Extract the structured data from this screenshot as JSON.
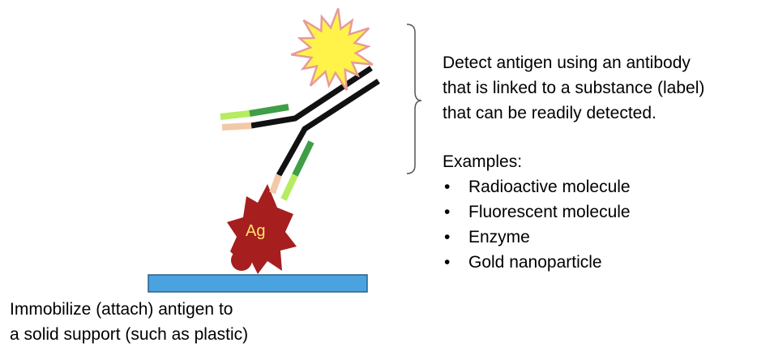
{
  "antigen": {
    "label": "Ag"
  },
  "description": {
    "lines": [
      "Detect antigen using an antibody",
      "that is linked to a substance (label)",
      "that can be readily detected."
    ],
    "examples_heading": "Examples:",
    "examples": [
      "Radioactive molecule",
      "Fluorescent molecule",
      "Enzyme",
      "Gold nanoparticle"
    ]
  },
  "caption": {
    "lines": [
      "Immobilize (attach) antigen to",
      "a solid support (such as plastic)"
    ]
  },
  "colors": {
    "support_fill": "#4aa3df",
    "antigen_fill": "#a61e1e",
    "antigen_text": "#ffe36a",
    "label_burst_fill": "#fff34a",
    "label_burst_stroke": "#e89a9a",
    "heavy_chain": "#111111",
    "light_chain_dark_green": "#3f9e46",
    "light_chain_light_green": "#b6ec5f",
    "light_chain_peach": "#f2c9a8"
  }
}
